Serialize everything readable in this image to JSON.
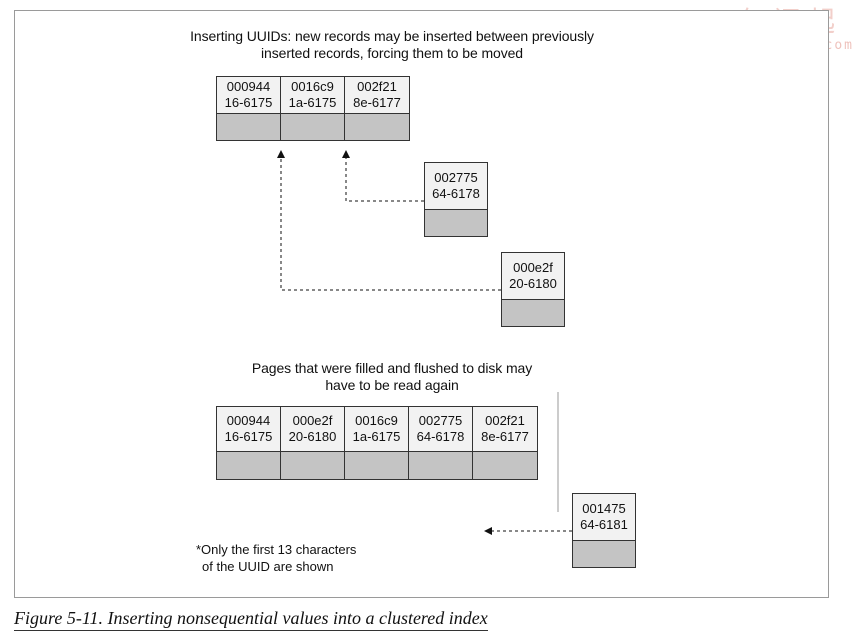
{
  "watermark": {
    "mark": "何问起",
    "site": "hovertree.com"
  },
  "top_section": {
    "title_line1": "Inserting UUIDs:  new records may be inserted between previously",
    "title_line2": "inserted records, forcing them to be moved",
    "page_cells": [
      {
        "line1": "000944",
        "line2": "16-6175"
      },
      {
        "line1": "0016c9",
        "line2": "1a-6175"
      },
      {
        "line1": "002f21",
        "line2": "8e-6177"
      }
    ],
    "new_record_1": {
      "line1": "002775",
      "line2": "64-6178"
    },
    "new_record_2": {
      "line1": "000e2f",
      "line2": "20-6180"
    }
  },
  "bottom_section": {
    "title_line1": "Pages that were filled and flushed to disk may",
    "title_line2": "have to be read again",
    "page_cells": [
      {
        "line1": "000944",
        "line2": "16-6175"
      },
      {
        "line1": "000e2f",
        "line2": "20-6180"
      },
      {
        "line1": "0016c9",
        "line2": "1a-6175"
      },
      {
        "line1": "002775",
        "line2": "64-6178"
      },
      {
        "line1": "002f21",
        "line2": "8e-6177"
      }
    ],
    "new_record": {
      "line1": "001475",
      "line2": "64-6181"
    }
  },
  "note": {
    "line1": "*Only the first 13 characters",
    "line2": "of the UUID are shown"
  },
  "caption": "Figure 5-11. Inserting nonsequential values into a clustered index"
}
